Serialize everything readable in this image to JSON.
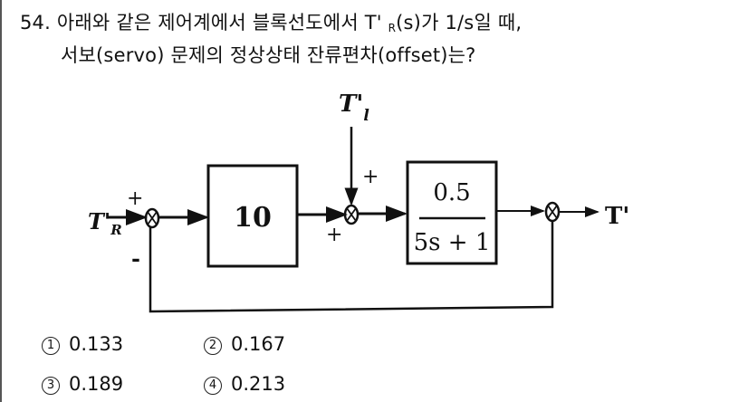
{
  "question": {
    "number": "54.",
    "line1_prefix": "아래와 같은 제어계에서 블록선도에서 T' ",
    "line1_sub": "R",
    "line1_suffix": "(s)가 1/s일 때,",
    "line2": "서보(servo) 문제의 정상상태 잔류편차(offset)는?"
  },
  "diagram": {
    "input_label": "T'",
    "input_sub": "R",
    "load_label": "T'",
    "load_sub": "l",
    "output_label": "T'",
    "controller_gain": "10",
    "process_numerator": "0.5",
    "process_denominator": "5s + 1",
    "sum1_plus": "+",
    "sum1_minus": "-",
    "sum2_plus_top": "+",
    "sum2_plus_left": "+"
  },
  "choices": [
    {
      "marker": "1",
      "value": "0.133"
    },
    {
      "marker": "2",
      "value": "0.167"
    },
    {
      "marker": "3",
      "value": "0.189"
    },
    {
      "marker": "4",
      "value": "0.213"
    }
  ]
}
